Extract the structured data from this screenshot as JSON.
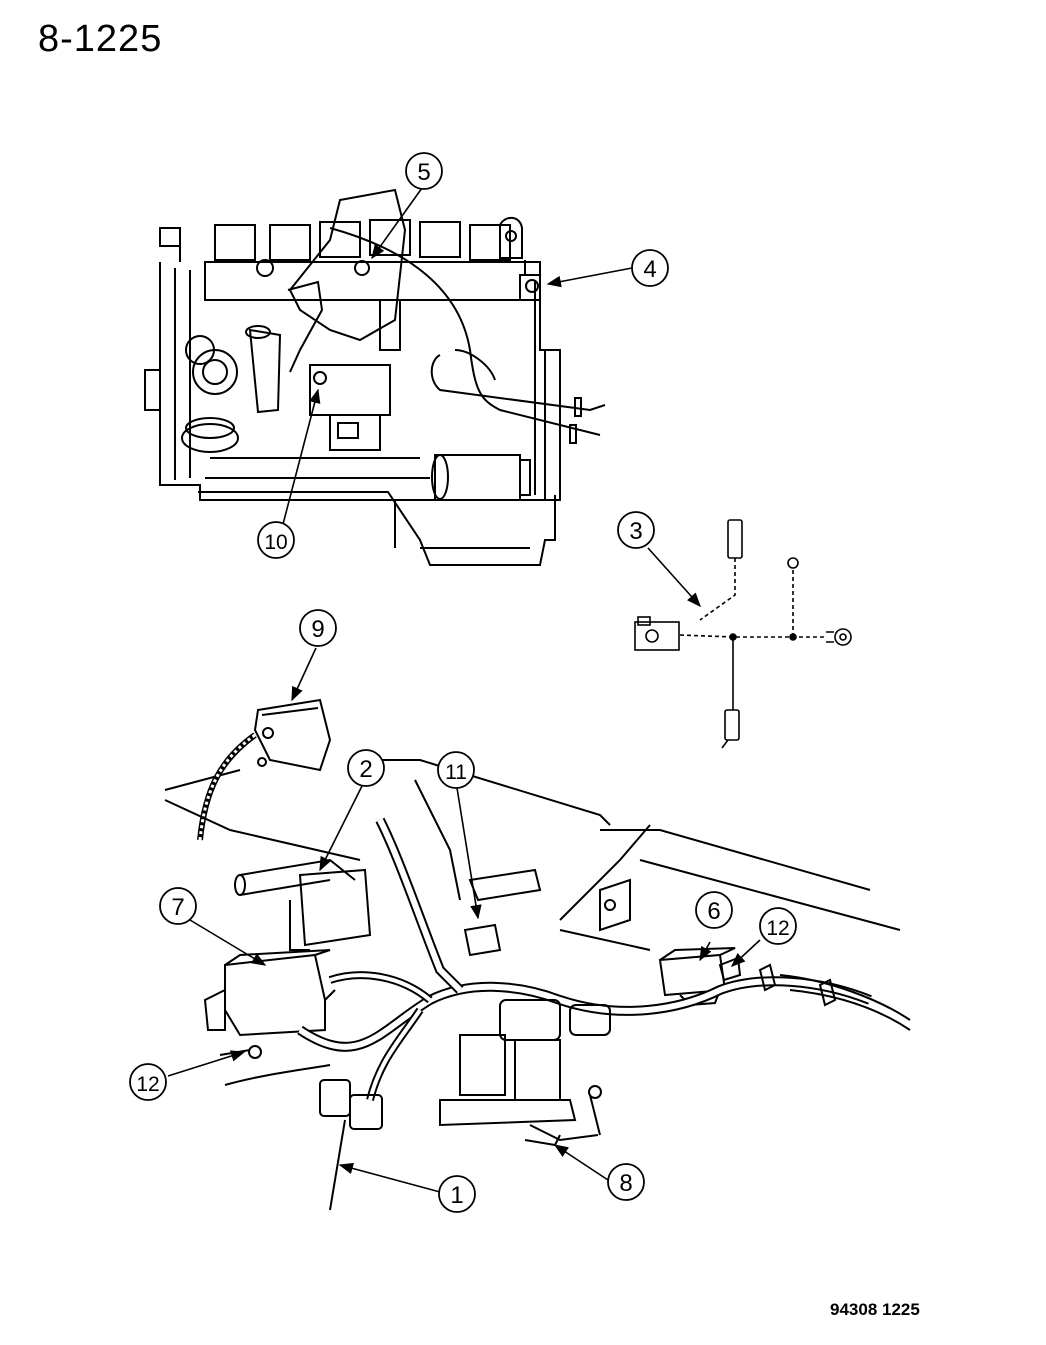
{
  "page_number": "8-1225",
  "figure_code": "94308  1225",
  "callouts": [
    "1",
    "2",
    "3",
    "4",
    "5",
    "6",
    "7",
    "8",
    "9",
    "10",
    "11",
    "12",
    "12"
  ]
}
